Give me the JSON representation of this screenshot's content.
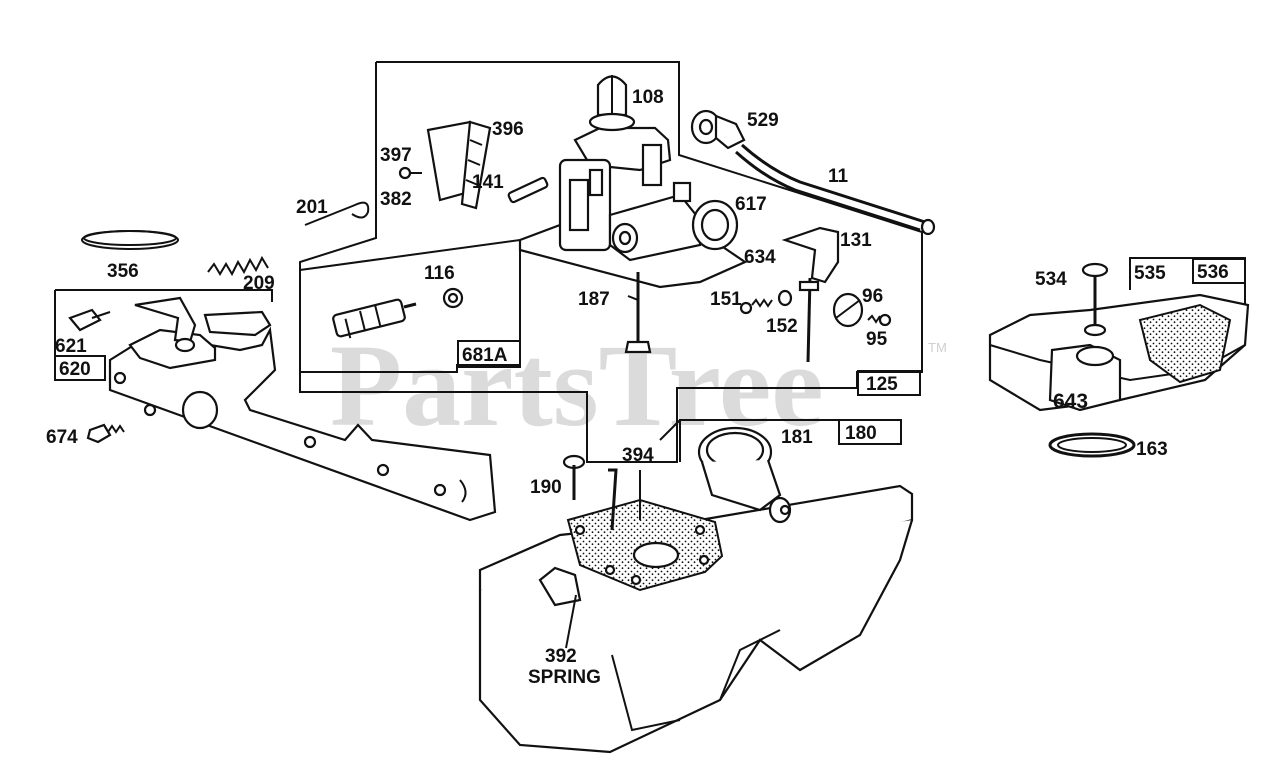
{
  "watermark": {
    "text": "PartsTree",
    "trademark": "TM"
  },
  "labels": {
    "p108": "108",
    "p396": "396",
    "p397": "397",
    "p382": "382",
    "p201": "201",
    "p141": "141",
    "p529": "529",
    "p11": "11",
    "p617": "617",
    "p131": "131",
    "p634": "634",
    "p356": "356",
    "p209": "209",
    "p116": "116",
    "p187": "187",
    "p151": "151",
    "p152": "152",
    "p96": "96",
    "p95": "95",
    "p621": "621",
    "p674": "674",
    "p394": "394",
    "p181": "181",
    "p190": "190",
    "p392": "392",
    "spring": "SPRING",
    "p534": "534",
    "p535": "535",
    "p643": "643",
    "p163": "163"
  },
  "boxed_labels": {
    "p681a": "681A",
    "p125": "125",
    "p180": "180",
    "p620": "620",
    "p536": "536"
  },
  "colors": {
    "line": "#111111",
    "background": "#ffffff",
    "watermark": "#cfcfcf"
  }
}
